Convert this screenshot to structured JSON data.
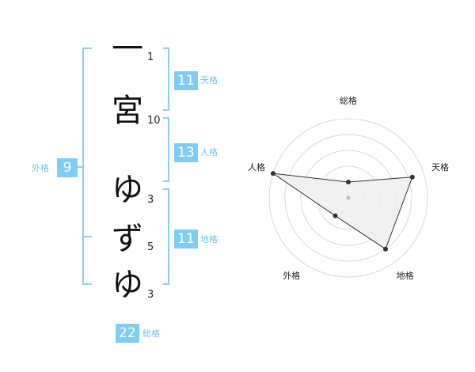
{
  "name": {
    "characters": [
      {
        "char": "一",
        "strokes": "1"
      },
      {
        "char": "宮",
        "strokes": "10"
      },
      {
        "char": "ゆ",
        "strokes": "3"
      },
      {
        "char": "ず",
        "strokes": "5"
      },
      {
        "char": "ゆ",
        "strokes": "3"
      }
    ]
  },
  "scores": {
    "tenkaku": {
      "value": "11",
      "label": "天格"
    },
    "jinkaku": {
      "value": "13",
      "label": "人格"
    },
    "chikaku": {
      "value": "11",
      "label": "地格"
    },
    "gaikaku": {
      "value": "9",
      "label": "外格"
    },
    "soukaku": {
      "value": "22",
      "label": "総格"
    }
  },
  "colors": {
    "accent": "#7fcdf4",
    "bracket": "#8ccff1",
    "label": "#6fc2ea",
    "radar_fill": "#efefef",
    "radar_grid": "#d8d8d8"
  },
  "chart_data": {
    "type": "radar",
    "axes": [
      "総格",
      "天格",
      "地格",
      "外格",
      "人格"
    ],
    "values": [
      0.2,
      0.85,
      0.8,
      0.28,
      1.0
    ],
    "range": [
      0,
      1
    ],
    "rings": 5,
    "grid": true
  }
}
